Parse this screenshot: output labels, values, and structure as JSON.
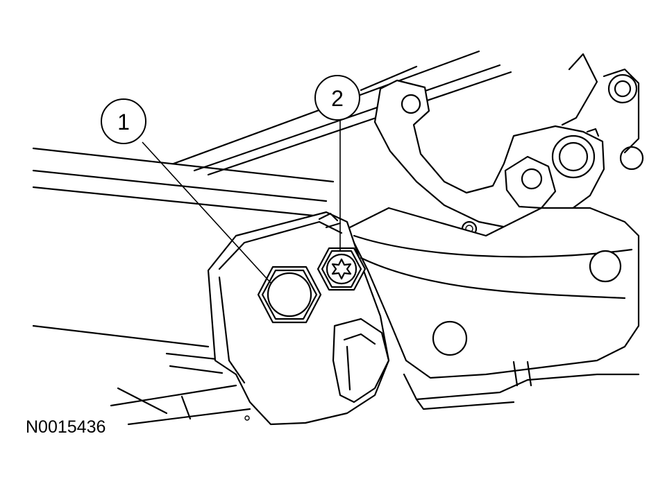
{
  "figure": {
    "id": "N0015436"
  },
  "callouts": [
    {
      "label": "1",
      "target": "hex-bolt"
    },
    {
      "label": "2",
      "target": "torx-bolt"
    }
  ],
  "colors": {
    "line": "#000000",
    "background": "#ffffff"
  }
}
